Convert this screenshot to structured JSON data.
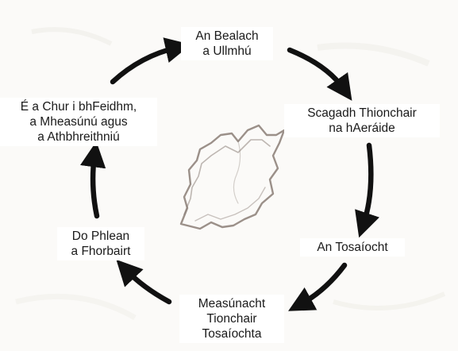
{
  "steps": [
    {
      "lines": [
        "An Bealach",
        "a Ullmhú"
      ]
    },
    {
      "lines": [
        "Scagadh Thionchair",
        "na hAeráide"
      ]
    },
    {
      "lines": [
        "An Tosaíocht"
      ]
    },
    {
      "lines": [
        "Measúnacht",
        "Tionchair",
        "Tosaíochta"
      ]
    },
    {
      "lines": [
        "Do Phlean",
        "a Fhorbairt"
      ]
    },
    {
      "lines": [
        "É a Chur i bhFeidhm,",
        "a Mheasúnú agus",
        "a Athbhreithniú"
      ]
    }
  ],
  "colors": {
    "background": "#fbfaf8",
    "arrow": "#111111",
    "map_outline": "#8a7d76",
    "text": "#1a1a1a"
  },
  "center_icon": "ireland-map-sketch-icon"
}
